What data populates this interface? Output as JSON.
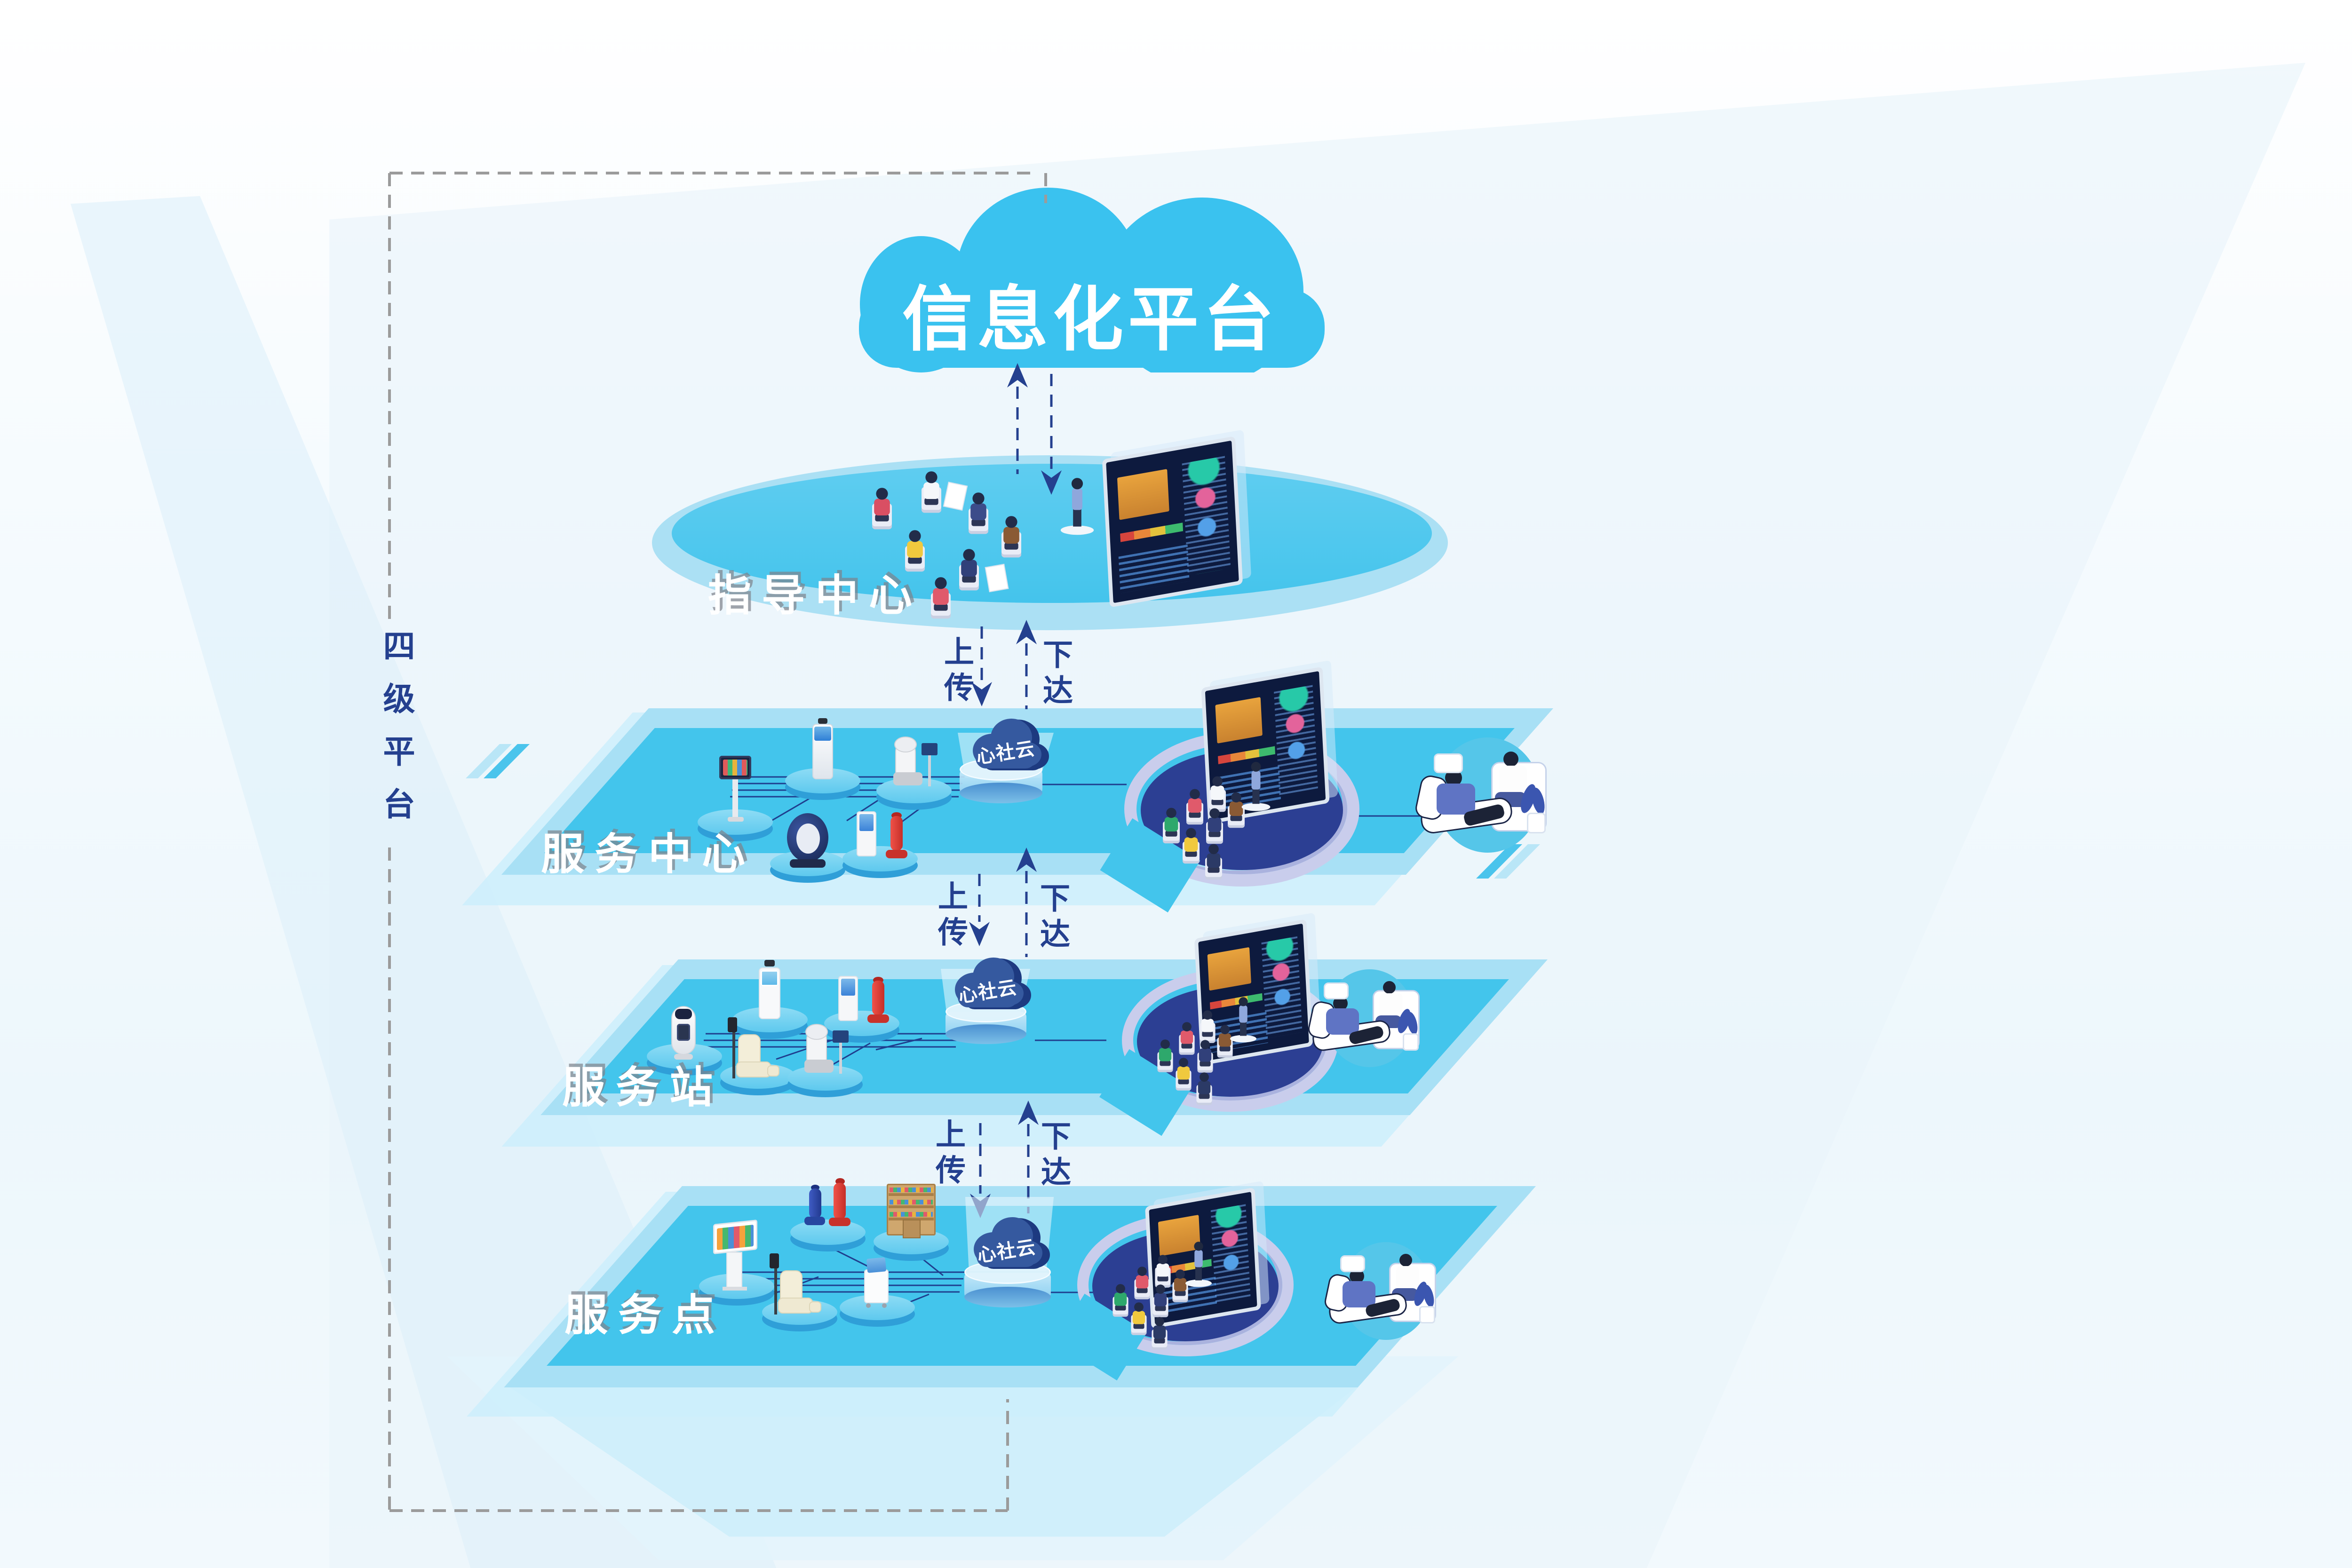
{
  "title": "信息化平台",
  "side_label": "四级平台",
  "levels": [
    {
      "id": "guidance-center",
      "name": "指导中心"
    },
    {
      "id": "service-center",
      "name": "服务中心",
      "cloud": "心社云"
    },
    {
      "id": "service-station",
      "name": "服务站",
      "cloud": "心社云"
    },
    {
      "id": "service-point",
      "name": "服务点",
      "cloud": "心社云"
    }
  ],
  "flows": [
    {
      "up": "上传",
      "down": "下达"
    },
    {
      "up": "上传",
      "down": "下达"
    },
    {
      "up": "上传",
      "down": "下达"
    }
  ],
  "colors": {
    "surface": "#43c5ec",
    "band": "#a8e0f5",
    "navy": "#24408f",
    "top_cloud": "#3ac2ef",
    "mini_cloud_front": "#35599f",
    "mini_cloud_back": "#1d3a80",
    "frame_gray": "#9b9b9b",
    "pit_floor": "#2c3f93"
  }
}
